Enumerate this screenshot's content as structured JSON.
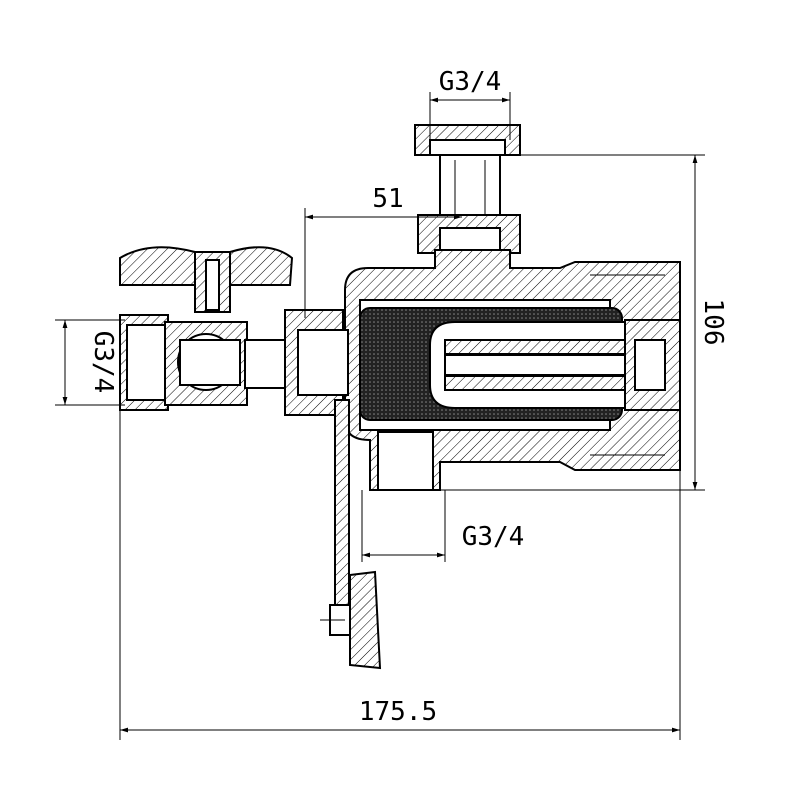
{
  "drawing": {
    "dimensions": {
      "top_thread": "G3/4",
      "offset": "51",
      "height": "106",
      "left_thread": "G3/4",
      "bottom_thread": "G3/4",
      "overall_length": "175.5"
    }
  }
}
